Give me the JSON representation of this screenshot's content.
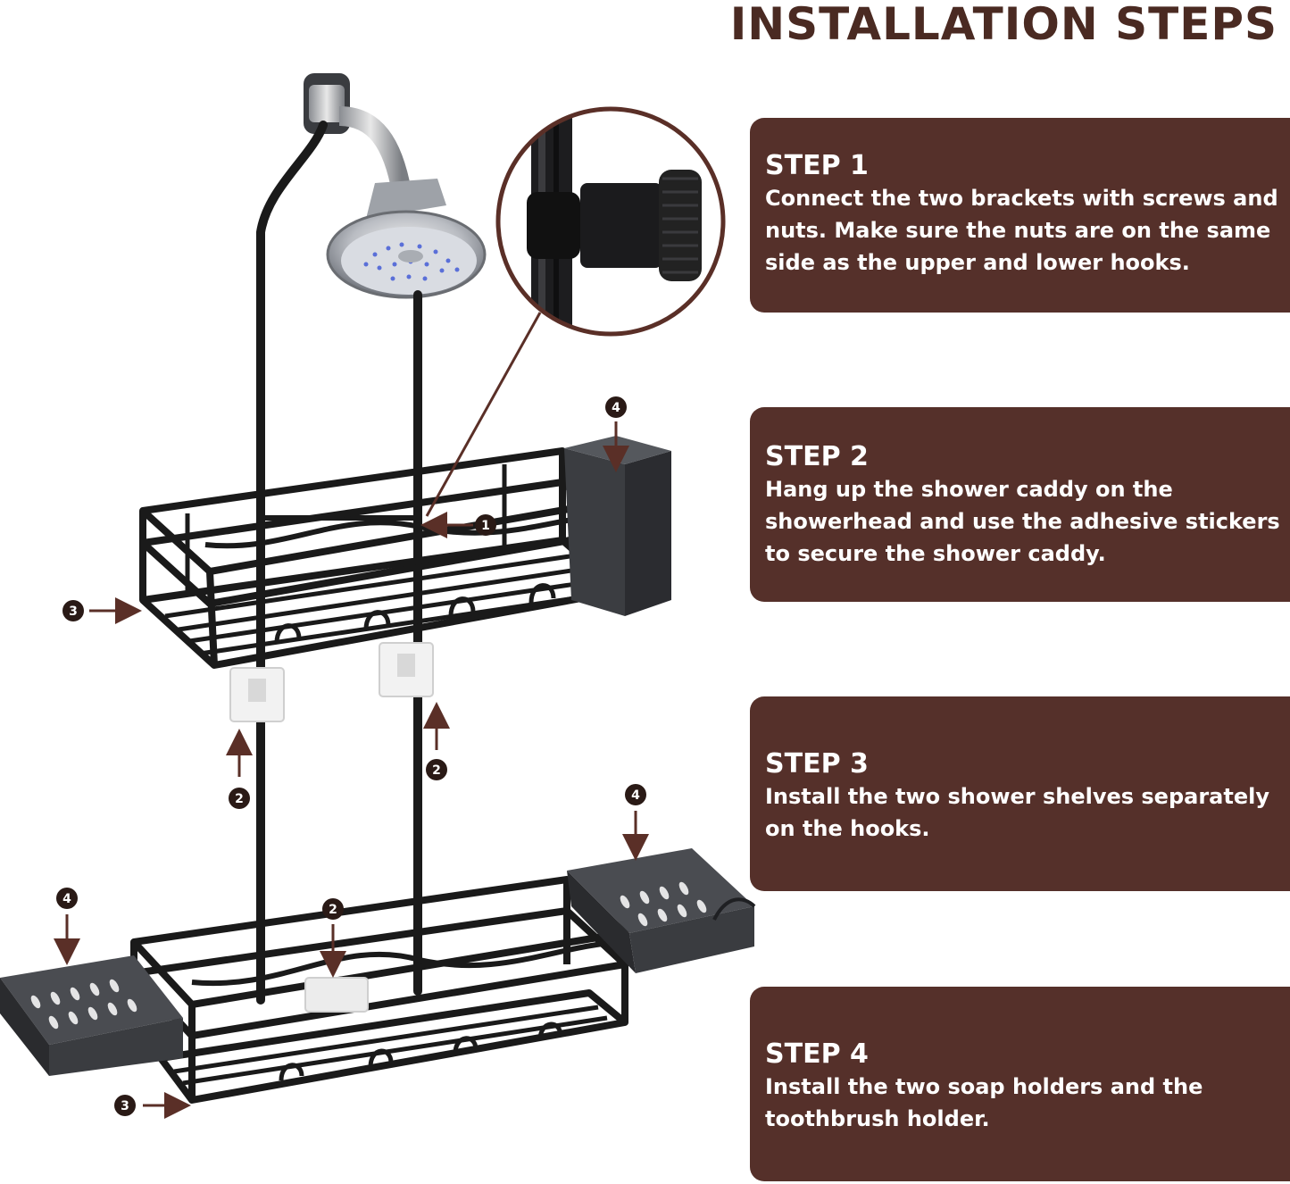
{
  "title": "INSTALLATION STEPS",
  "steps": [
    {
      "title": "STEP 1",
      "text": "Connect the two brackets with screws and nuts. Make sure the nuts are on the same side as the upper and lower hooks."
    },
    {
      "title": "STEP 2",
      "text": "Hang up the shower caddy on the showerhead and use the adhesive stickers to secure the shower caddy."
    },
    {
      "title": "STEP 3",
      "text": "Install the two shower shelves separately on the hooks."
    },
    {
      "title": "STEP 4",
      "text": "Install the two soap holders and the toothbrush holder."
    }
  ],
  "callouts": [
    "1",
    "2",
    "3",
    "4"
  ],
  "colors": {
    "card_background": "#55302a",
    "title_text": "#4a2a22",
    "callout_arrow": "#5a2f27",
    "metal": "#1a1a1a"
  }
}
